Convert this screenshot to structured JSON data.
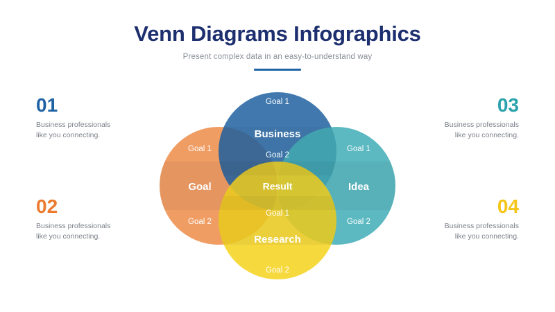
{
  "header": {
    "title": "Venn Diagrams Infographics",
    "subtitle": "Present complex data in an easy-to-understand way",
    "divider_color": "#1f63a5",
    "title_color": "#1d2f6f",
    "subtitle_color": "#8a8f98"
  },
  "callouts": [
    {
      "id": "01",
      "number": "01",
      "color": "#1f63a5",
      "line1": "Business professionals",
      "line2": "like you connecting.",
      "align": "left"
    },
    {
      "id": "02",
      "number": "02",
      "color": "#ec7b2f",
      "line1": "Business professionals",
      "line2": "like you connecting.",
      "align": "left"
    },
    {
      "id": "03",
      "number": "03",
      "color": "#2aa3ad",
      "line1": "Business professionals",
      "line2": "like you connecting.",
      "align": "right"
    },
    {
      "id": "04",
      "number": "04",
      "color": "#f5c518",
      "line1": "Business professionals",
      "line2": "like you connecting.",
      "align": "right"
    }
  ],
  "venn": {
    "center_label": "Result",
    "circles": [
      {
        "id": "goal",
        "position": "left",
        "main_label": "Goal",
        "top_label": "Goal 1",
        "bottom_label": "Goal 2",
        "color": "#ee8f4e",
        "band_color": "#e98336"
      },
      {
        "id": "business",
        "position": "top",
        "main_label": "Business",
        "top_label": "Goal 1",
        "bottom_label": "Goal 2",
        "color": "#2766a4",
        "band_color": "#1a5586"
      },
      {
        "id": "idea",
        "position": "right",
        "main_label": "Idea",
        "top_label": "Goal 1",
        "bottom_label": "Goal 2",
        "color": "#45afb8",
        "band_color": "#31a3ad"
      },
      {
        "id": "research",
        "position": "bottom",
        "main_label": "Research",
        "top_label": "Goal 1",
        "bottom_label": "Goal 2",
        "color": "#f5d422",
        "band_color": "#e8c81f"
      }
    ]
  }
}
